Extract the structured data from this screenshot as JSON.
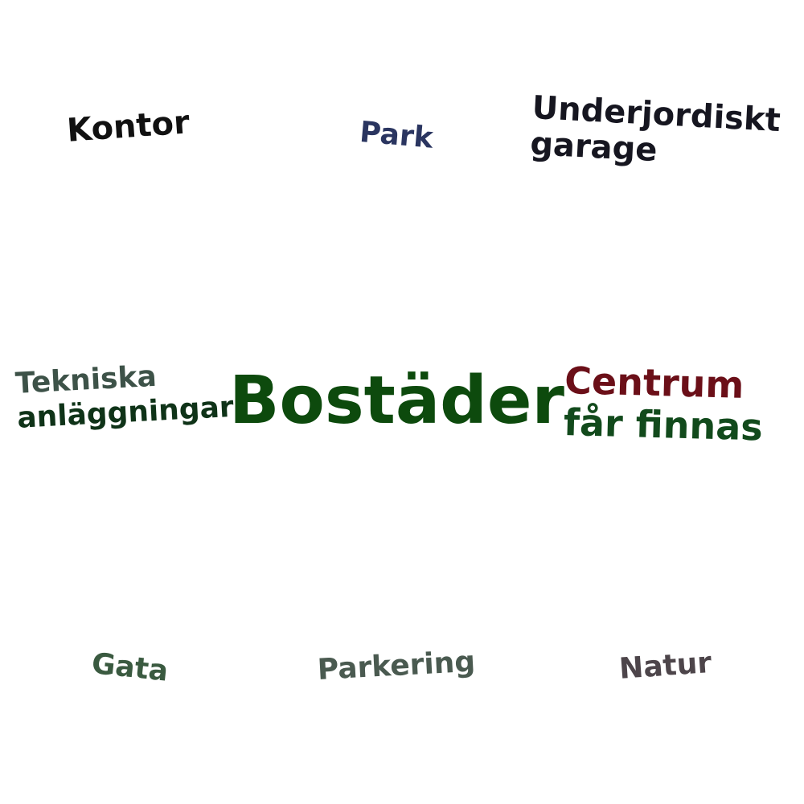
{
  "words": {
    "kontor": {
      "text": "Kontor",
      "color": "#111111"
    },
    "park": {
      "text": "Park",
      "color": "#2a3560"
    },
    "underjordiskt_garage": {
      "lines": [
        "Underjordiskt",
        "garage"
      ],
      "color": "#161620"
    },
    "tekniska_anlaggningar": {
      "lines": [
        "Tekniska",
        "anläggningar"
      ],
      "colors": [
        "#3d5248",
        "#0f3318"
      ]
    },
    "bostader": {
      "text": "Bostäder",
      "color": "#0d4a0d"
    },
    "centrum_far_finnas": {
      "lines": [
        "Centrum",
        "får finnas"
      ],
      "colors": [
        "#6b0f18",
        "#124a1c"
      ]
    },
    "gata": {
      "text": "Gata",
      "color": "#3a5a40"
    },
    "parkering": {
      "text": "Parkering",
      "color": "#4a5a50"
    },
    "natur": {
      "text": "Natur",
      "color": "#4d454a"
    }
  }
}
